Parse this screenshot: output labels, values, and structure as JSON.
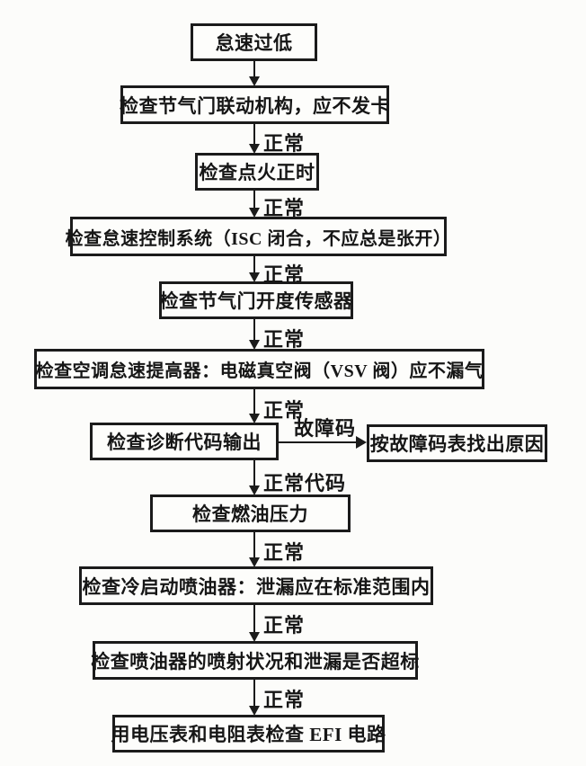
{
  "flowchart": {
    "description": "EFI engine idle-speed-too-low troubleshooting flowchart",
    "colors": {
      "ink": "#1b1b1b",
      "paper": "#fcfcfa"
    },
    "nodes": [
      {
        "id": "start",
        "label": "怠速过低"
      },
      {
        "id": "check-throttle-linkage",
        "label": "检查节气门联动机构，应不发卡"
      },
      {
        "id": "check-ignition-timing",
        "label": "检查点火正时"
      },
      {
        "id": "check-isc-system",
        "label": "检查怠速控制系统（ISC 闭合，不应总是张开）"
      },
      {
        "id": "check-throttle-sensor",
        "label": "检查节气门开度传感器"
      },
      {
        "id": "check-ac-idle-up",
        "label": "检查空调怠速提高器：电磁真空阀（VSV 阀）应不漏气"
      },
      {
        "id": "check-diagnostic-output",
        "label": "检查诊断代码输出"
      },
      {
        "id": "fault-code-table-lookup",
        "label": "按故障码表找出原因"
      },
      {
        "id": "check-fuel-pressure",
        "label": "检查燃油压力"
      },
      {
        "id": "check-cold-start-injector",
        "label": "检查冷启动喷油器：泄漏应在标准范围内"
      },
      {
        "id": "check-injector-spray",
        "label": "检查喷油器的喷射状况和泄漏是否超标"
      },
      {
        "id": "check-efi-circuit",
        "label": "用电压表和电阻表检查 EFI 电路"
      }
    ],
    "edge_labels": {
      "normal": "正常",
      "normal_code": "正常代码",
      "fault_code": "故障码"
    }
  }
}
